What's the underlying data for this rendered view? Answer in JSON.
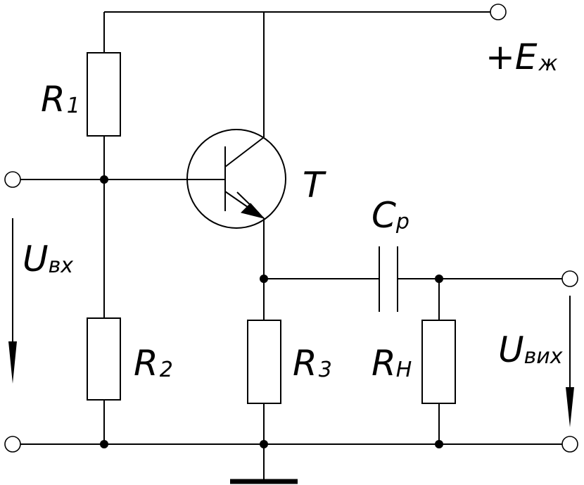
{
  "labels": {
    "r1": {
      "main": "R",
      "sub": "1"
    },
    "r2": {
      "main": "R",
      "sub": "2"
    },
    "r3": {
      "main": "R",
      "sub": "3"
    },
    "rh": {
      "main": "R",
      "sub": "Н"
    },
    "cp": {
      "main": "C",
      "sub": "p"
    },
    "transistor": "T",
    "supply": {
      "main": "+E",
      "sub": "ж"
    },
    "u_in": {
      "main": "U",
      "sub": "вх"
    },
    "u_out": {
      "main": "U",
      "sub": "вих"
    }
  }
}
